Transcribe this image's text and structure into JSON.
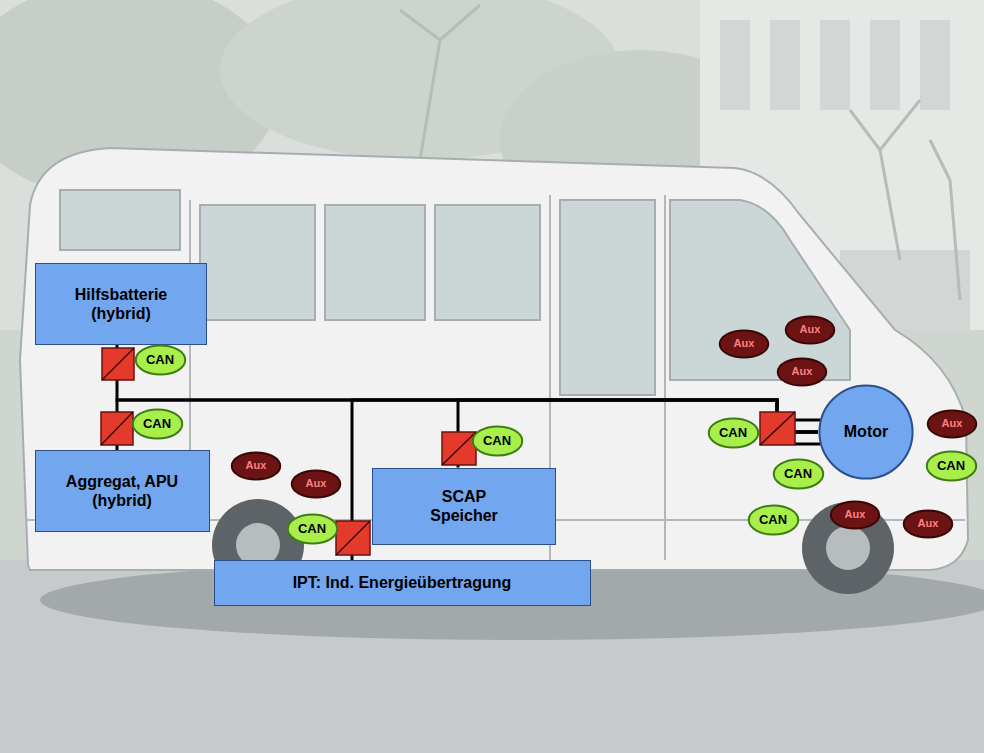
{
  "diagram": {
    "nodes": [
      {
        "text": [
          "Hilfsbatterie (hybrid)"
        ]
      },
      {
        "text": [
          "CAN"
        ]
      },
      {
        "text": [
          "CAN"
        ]
      },
      {
        "text": [
          "Aggregat, APU (hybrid)"
        ]
      },
      {
        "text": [
          "Aux"
        ]
      },
      {
        "text": [
          "Aux"
        ]
      },
      {
        "text": [
          "SCAP Speicher"
        ]
      },
      {
        "text": [
          "CAN"
        ]
      },
      {
        "text": [
          "IPT: Ind. Energieübertragung"
        ]
      },
      {
        "text": [
          "CAN"
        ]
      },
      {
        "text": [
          "Motor"
        ]
      },
      {
        "text": [
          "CAN"
        ]
      },
      {
        "text": [
          "CAN"
        ]
      },
      {
        "text": [
          "CAN"
        ]
      },
      {
        "text": [
          "CAN"
        ]
      },
      {
        "text": [
          "Aux"
        ]
      },
      {
        "text": [
          "Aux"
        ]
      },
      {
        "text": [
          "Aux"
        ]
      },
      {
        "text": [
          "Aux"
        ]
      },
      {
        "text": [
          "Aux"
        ]
      },
      {
        "text": [
          "Aux"
        ]
      }
    ],
    "edges": [
      {
        "from": 0,
        "to": 10,
        "arrow": "none"
      },
      {
        "from": 3,
        "to": 10,
        "arrow": "none"
      },
      {
        "from": 6,
        "to": 10,
        "arrow": "none"
      },
      {
        "from": 8,
        "to": 10,
        "arrow": "none"
      }
    ]
  }
}
